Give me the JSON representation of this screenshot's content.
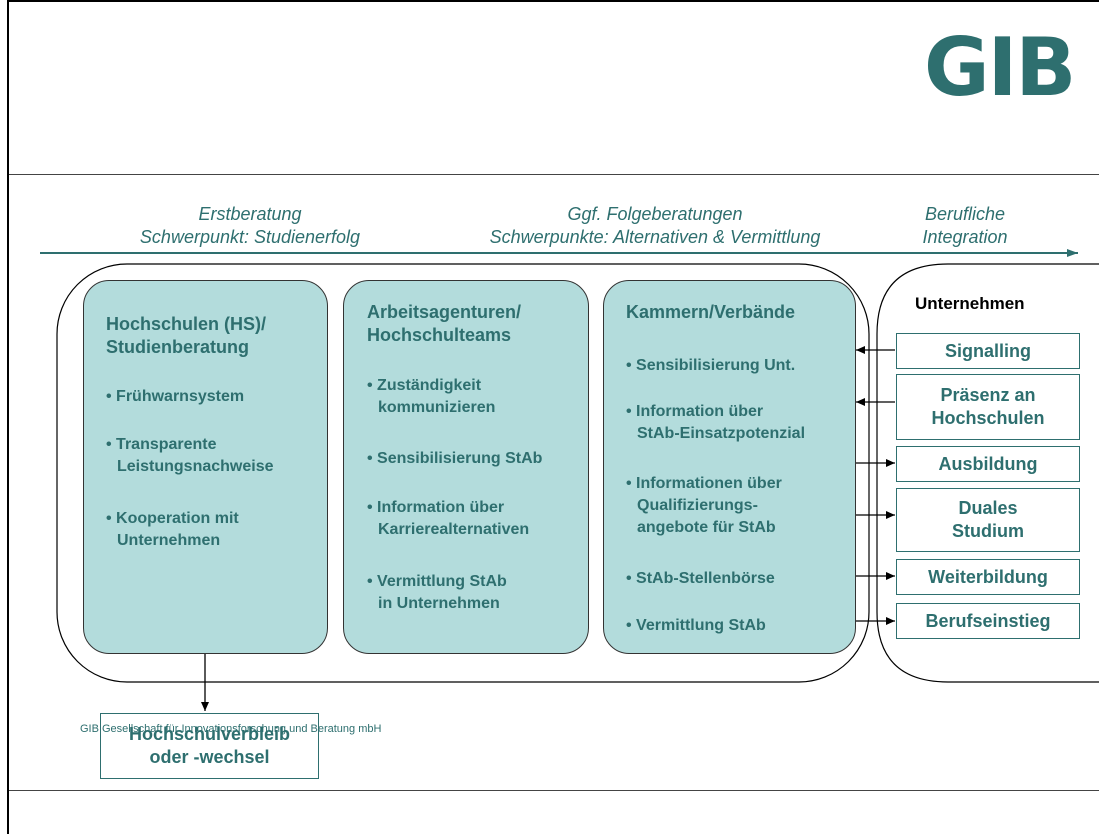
{
  "logo": "GIB",
  "phases": {
    "erst_line1": "Erstberatung",
    "erst_line2": "Schwerpunkt: Studienerfolg",
    "folge_line1": "Ggf. Folgeberatungen",
    "folge_line2": "Schwerpunkte: Alternativen & Vermittlung",
    "beruf_line1": "Berufliche",
    "beruf_line2": "Integration"
  },
  "panels": {
    "hochschulen": {
      "title_line1": "Hochschulen (HS)/",
      "title_line2": "Studienberatung",
      "items": [
        [
          "• Frühwarnsystem"
        ],
        [
          "• Transparente",
          "Leistungsnachweise"
        ],
        [
          "• Kooperation mit",
          "Unternehmen"
        ]
      ]
    },
    "agenturen": {
      "title_line1": "Arbeitsagenturen/",
      "title_line2": "Hochschulteams",
      "items": [
        [
          "• Zuständigkeit",
          "kommunizieren"
        ],
        [
          "• Sensibilisierung StAb"
        ],
        [
          "• Information über",
          "Karrierealternativen"
        ],
        [
          "• Vermittlung  StAb",
          "in Unternehmen"
        ]
      ]
    },
    "kammern": {
      "title_line1": "Kammern/Verbände",
      "items": [
        [
          "• Sensibilisierung Unt."
        ],
        [
          "• Information über",
          "StAb-Einsatzpotenzial"
        ],
        [
          "• Informationen über",
          "Qualifizierungs-",
          "angebote für StAb"
        ],
        [
          "• StAb-Stellenbörse"
        ],
        [
          "• Vermittlung  StAb"
        ]
      ]
    }
  },
  "unternehmen": {
    "title": "Unternehmen",
    "boxes": [
      [
        "Signalling"
      ],
      [
        "Präsenz an",
        "Hochschulen"
      ],
      [
        "Ausbildung"
      ],
      [
        "Duales",
        "Studium"
      ],
      [
        "Weiterbildung"
      ],
      [
        "Berufseinstieg"
      ]
    ]
  },
  "verbleib": {
    "line1": "Hochschulverbleib",
    "line2": "oder -wechsel"
  },
  "footer": "GIB Gesellschaft für Innovationsforschung und Beratung mbH"
}
